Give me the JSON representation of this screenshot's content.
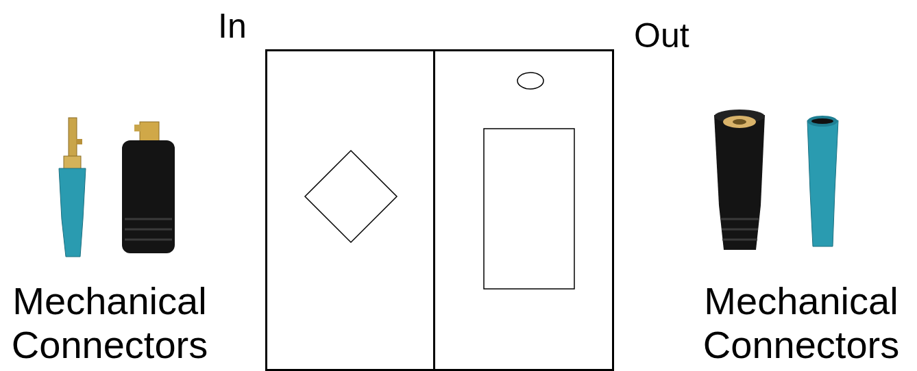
{
  "diagram": {
    "nodes": [
      {
        "text": [
          "In"
        ]
      },
      {
        "text": [
          "Out"
        ]
      }
    ],
    "labels": [
      "Mechanical Connectors",
      "Mechanical Connectors"
    ]
  }
}
